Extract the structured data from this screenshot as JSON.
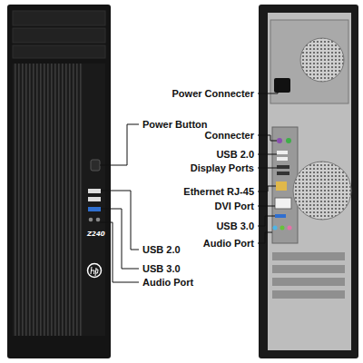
{
  "diagram": {
    "labels": [
      "Power Connecter",
      "Power Button",
      "Connecter",
      "USB 2.0",
      "Display Ports",
      "Ethernet RJ-45",
      "DVI Port",
      "USB 3.0",
      "Audio Port",
      "USB 2.0",
      "USB 3.0",
      "Audio Port",
      "Z240"
    ]
  }
}
